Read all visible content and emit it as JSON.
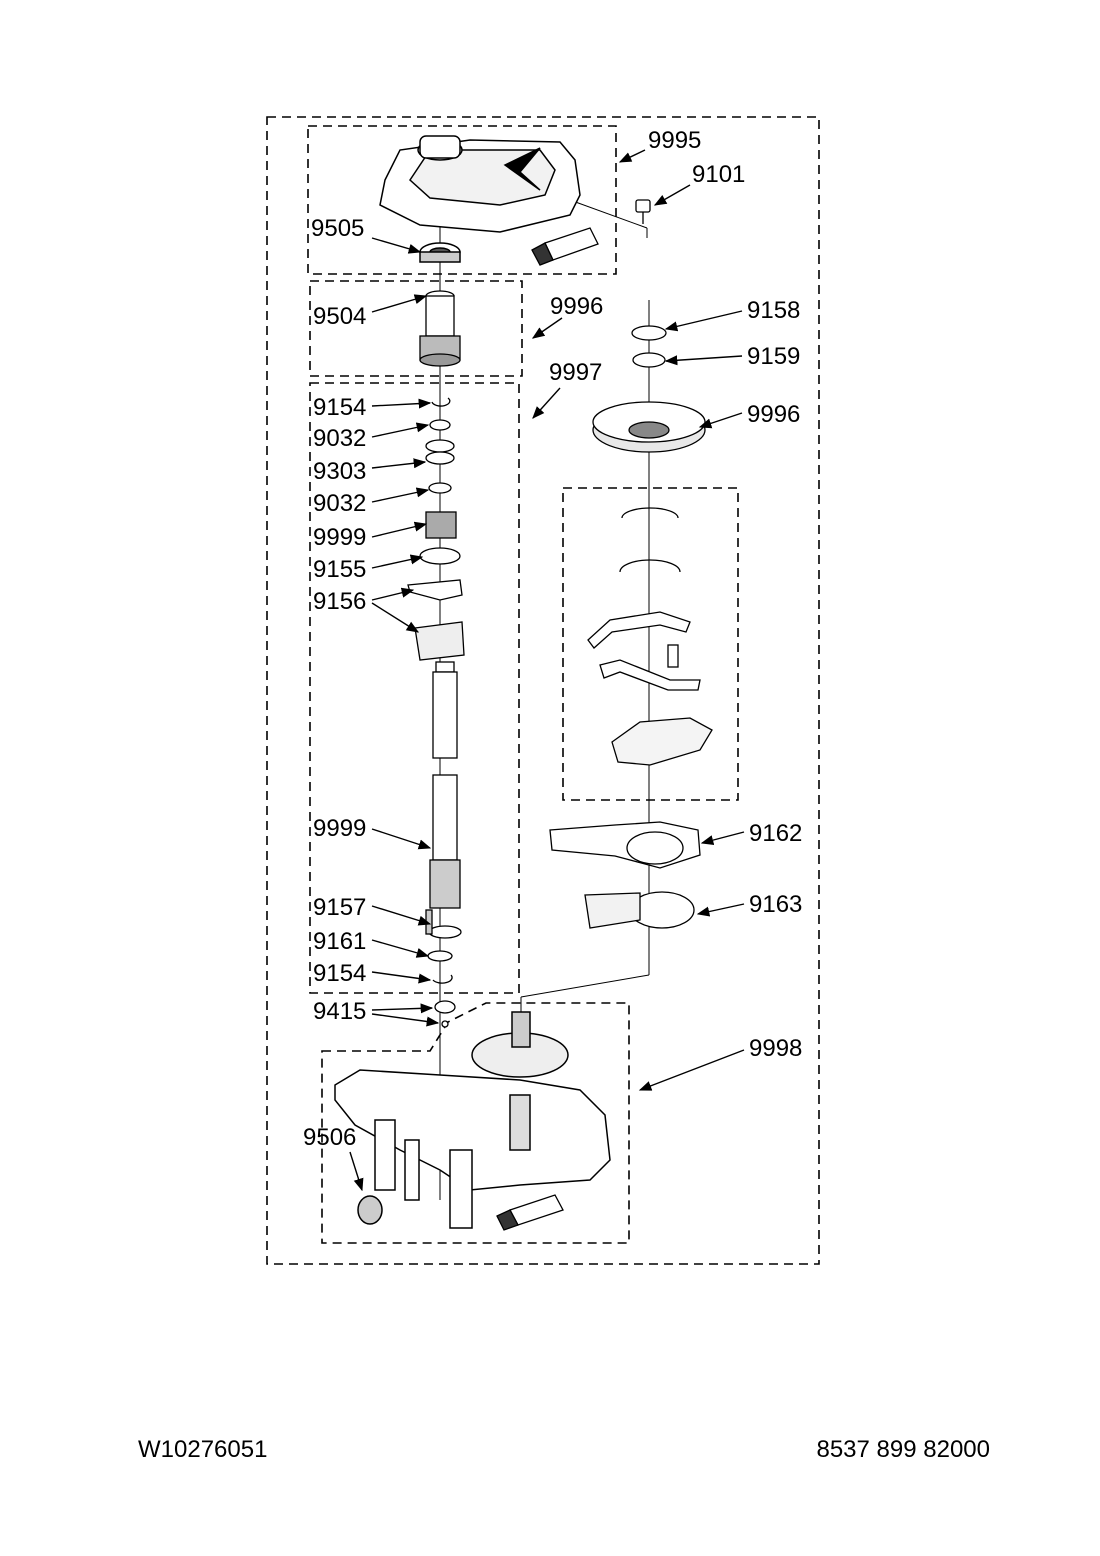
{
  "callouts": {
    "c9995": "9995",
    "c9101": "9101",
    "c9505": "9505",
    "c9504": "9504",
    "c9996_a": "9996",
    "c9997": "9997",
    "c9158": "9158",
    "c9159": "9159",
    "c9996_b": "9996",
    "c9154_a": "9154",
    "c9032_a": "9032",
    "c9303": "9303",
    "c9032_b": "9032",
    "c9999_a": "9999",
    "c9155": "9155",
    "c9156": "9156",
    "c9999_b": "9999",
    "c9162": "9162",
    "c9163": "9163",
    "c9157": "9157",
    "c9161": "9161",
    "c9154_b": "9154",
    "c9415": "9415",
    "c9998": "9998",
    "c9506": "9506"
  },
  "footer": {
    "doc_number": "W10276051",
    "part_number": "8537 899 82000"
  }
}
